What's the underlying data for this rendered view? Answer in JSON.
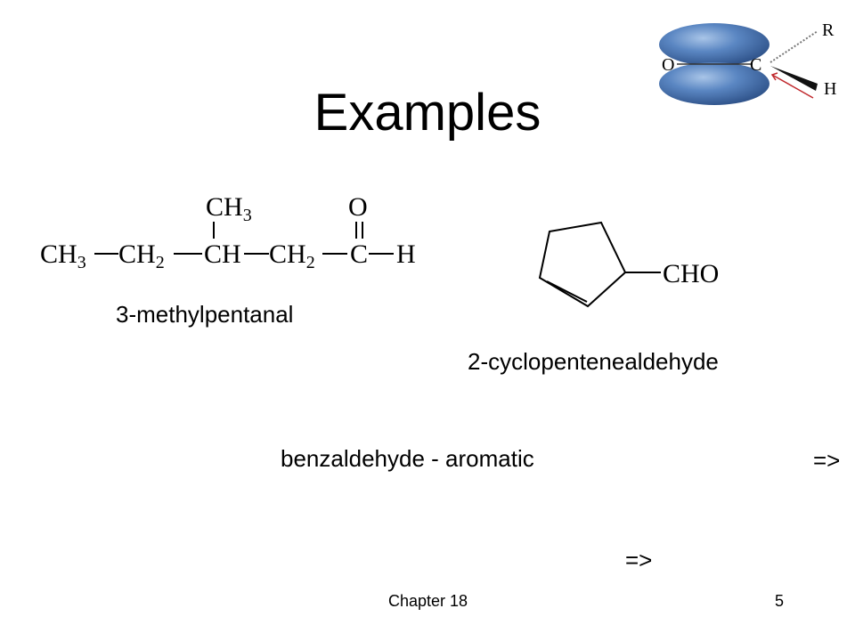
{
  "slide": {
    "title": "Examples",
    "footer_left": "Chapter 18",
    "page_number": "5"
  },
  "logo": {
    "atom_o": "O",
    "atom_c": "C",
    "atom_r": "R",
    "atom_h": "H"
  },
  "molecule1": {
    "ch3_top": "CH",
    "ch3_top_sub": "3",
    "o_top": "O",
    "chain": [
      "CH",
      "CH",
      "CH",
      "CH",
      "C",
      "H"
    ],
    "subs": [
      "3",
      "2",
      "",
      "2",
      "",
      ""
    ],
    "name": "3-methylpentanal"
  },
  "molecule2": {
    "group": "CHO",
    "name": "2-cyclopentenealdehyde"
  },
  "molecule3": {
    "name": "benzaldehyde - aromatic"
  },
  "nav": {
    "arrow1": "=>",
    "arrow2": "=>"
  },
  "colors": {
    "orbital_blue": "#4a77b3",
    "orbital_highlight": "#8fb2dc",
    "bond_red": "#c0282c"
  }
}
